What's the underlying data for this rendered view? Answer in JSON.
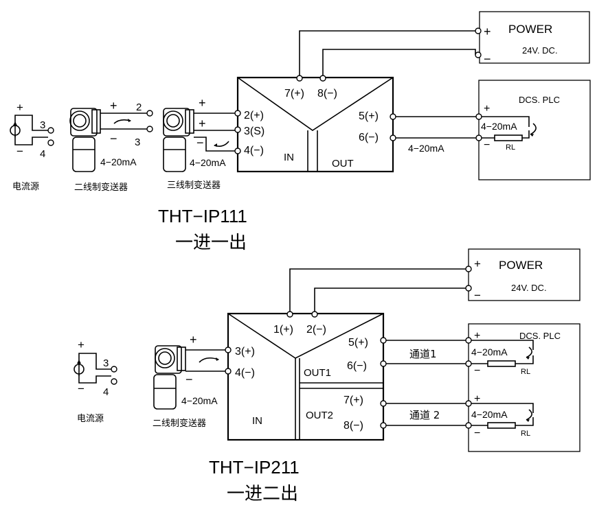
{
  "diagram1": {
    "model": "THT−IP111",
    "subtitle": "一进一出",
    "module": {
      "top_terminals": [
        "7(+)",
        "8(−)"
      ],
      "input_terminals": [
        "2(+)",
        "3(S)",
        "4(−)"
      ],
      "output_terminals": [
        "5(+)",
        "6(−)"
      ],
      "in_label": "IN",
      "out_label": "OUT"
    },
    "power": {
      "title": "POWER",
      "voltage": "24V. DC.",
      "plus": "+",
      "minus": "−"
    },
    "dcs": {
      "title": "DCS. PLC",
      "signal": "4−20mA",
      "resistor": "RL",
      "plus": "+",
      "minus": "−"
    },
    "line_signal": "4−20mA",
    "current_source": {
      "label": "电流源",
      "plus": "+",
      "minus": "−",
      "term_a": "3",
      "term_b": "4"
    },
    "two_wire": {
      "label": "二线制变送器",
      "plus": "+",
      "minus": "−",
      "term_a": "2",
      "term_b": "3",
      "signal": "4−20mA"
    },
    "three_wire": {
      "label": "三线制变送器",
      "plus_a": "+",
      "plus_b": "+",
      "minus": "−",
      "signal": "4−20mA"
    }
  },
  "diagram2": {
    "model": "THT−IP211",
    "subtitle": "一进二出",
    "module": {
      "top_terminals": [
        "1(+)",
        "2(−)"
      ],
      "input_terminals": [
        "3(+)",
        "4(−)"
      ],
      "out1_terminals": [
        "5(+)",
        "6(−)"
      ],
      "out2_terminals": [
        "7(+)",
        "8(−)"
      ],
      "in_label": "IN",
      "out1_label": "OUT1",
      "out2_label": "OUT2"
    },
    "power": {
      "title": "POWER",
      "voltage": "24V. DC.",
      "plus": "+",
      "minus": "−"
    },
    "dcs": {
      "title": "DCS. PLC",
      "ch1": {
        "signal": "4−20mA",
        "resistor": "RL",
        "plus": "+",
        "minus": "−"
      },
      "ch2": {
        "signal": "4−20mA",
        "resistor": "RL",
        "plus": "+",
        "minus": "−"
      }
    },
    "channel1_label": "通道1",
    "channel2_label": "通道 2",
    "current_source": {
      "label": "电流源",
      "plus": "+",
      "minus": "−",
      "term_a": "3",
      "term_b": "4"
    },
    "two_wire": {
      "label": "二线制变送器",
      "plus": "+",
      "minus": "−",
      "signal": "4−20mA"
    }
  }
}
